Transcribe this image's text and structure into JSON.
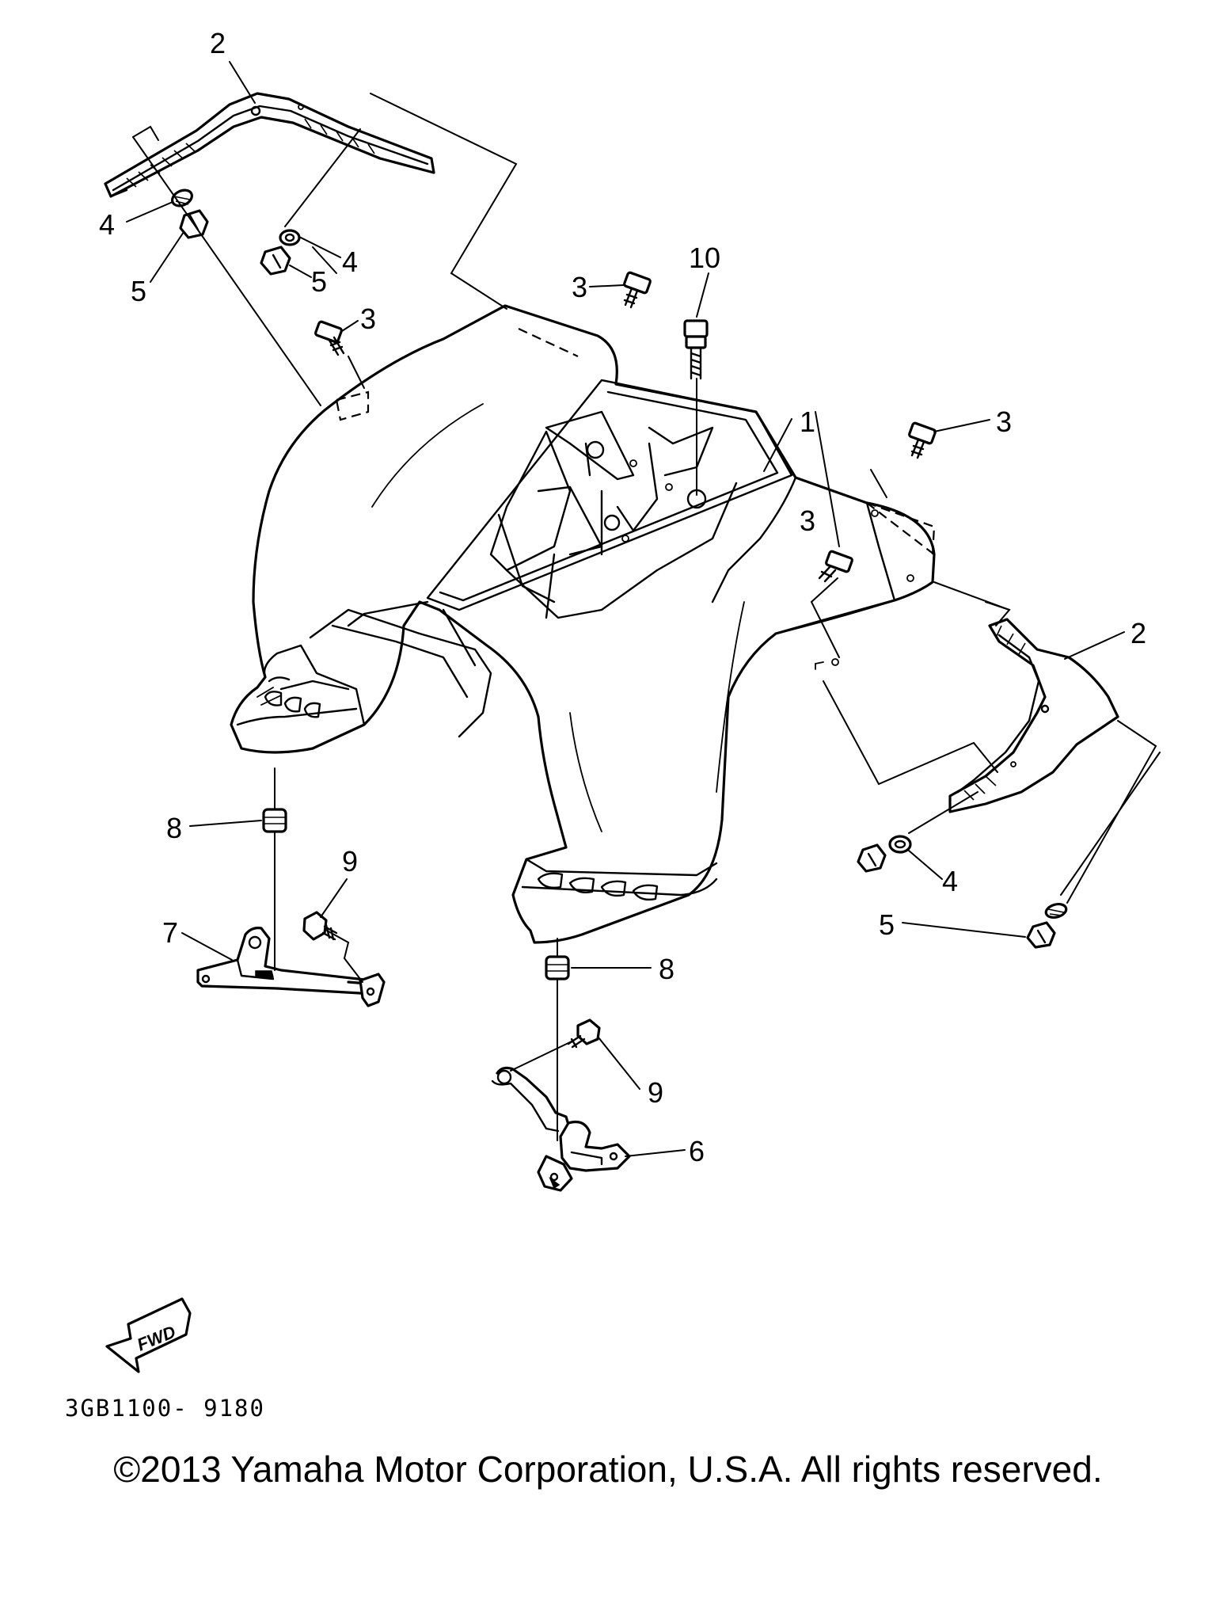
{
  "diagram": {
    "callouts": {
      "c1": "1",
      "c2_top": "2",
      "c2_right": "2",
      "c3_a": "3",
      "c3_b": "3",
      "c3_c": "3",
      "c3_d": "3",
      "c4_a": "4",
      "c4_b": "4",
      "c4_c": "4",
      "c5_a": "5",
      "c5_b": "5",
      "c5_c": "5",
      "c6": "6",
      "c7": "7",
      "c8_a": "8",
      "c8_b": "8",
      "c9_a": "9",
      "c9_b": "9",
      "c10": "10"
    },
    "fwd_label": "FWD",
    "drawing_code": "3GB1100- 9180"
  },
  "footer": {
    "copyright": "©2013 Yamaha Motor Corporation, U.S.A. All rights reserved."
  }
}
